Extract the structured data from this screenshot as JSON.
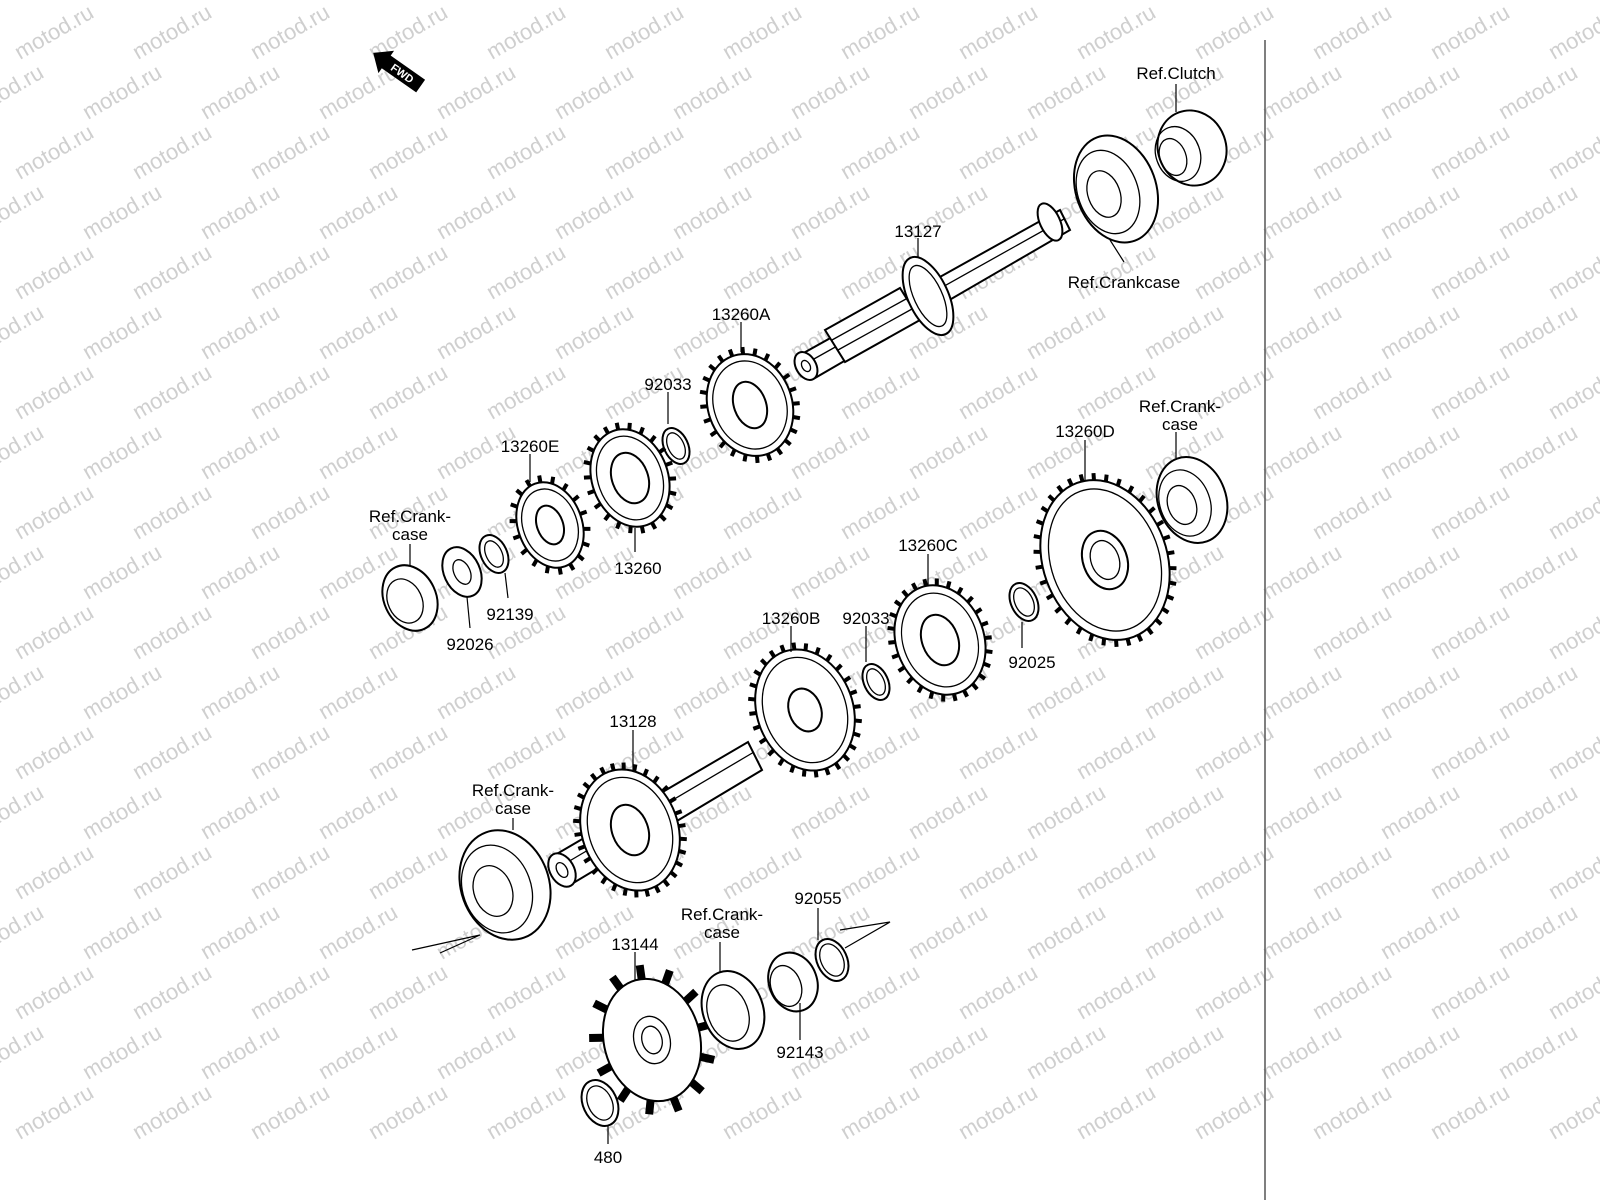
{
  "colors": {
    "background": "#ffffff",
    "lines": "#000000",
    "watermark": "#cfcfcf"
  },
  "watermark": {
    "text": "motod.ru"
  },
  "fwd_indicator": {
    "text": "FWD"
  },
  "callouts": {
    "ref_clutch": "Ref.Clutch",
    "ref_crankcase_top": "Ref.Crankcase",
    "part_13127": "13127",
    "part_13260a": "13260A",
    "part_92033_top": "92033",
    "part_13260e": "13260E",
    "ref_crankcase_left_1": "Ref.Crank-",
    "ref_crankcase_left_2": "case",
    "part_13260": "13260",
    "part_92139": "92139",
    "part_92026": "92026",
    "ref_crankcase_right_1": "Ref.Crank-",
    "ref_crankcase_right_2": "case",
    "part_13260d": "13260D",
    "part_13260c": "13260C",
    "part_13260b": "13260B",
    "part_92033_mid": "92033",
    "part_92025": "92025",
    "part_13128": "13128",
    "ref_crankcase_lower_1": "Ref.Crank-",
    "ref_crankcase_lower_2": "case",
    "part_92055": "92055",
    "ref_crankcase_bottom_1": "Ref.Crank-",
    "ref_crankcase_bottom_2": "case",
    "part_13144": "13144",
    "part_92143": "92143",
    "part_480": "480"
  }
}
